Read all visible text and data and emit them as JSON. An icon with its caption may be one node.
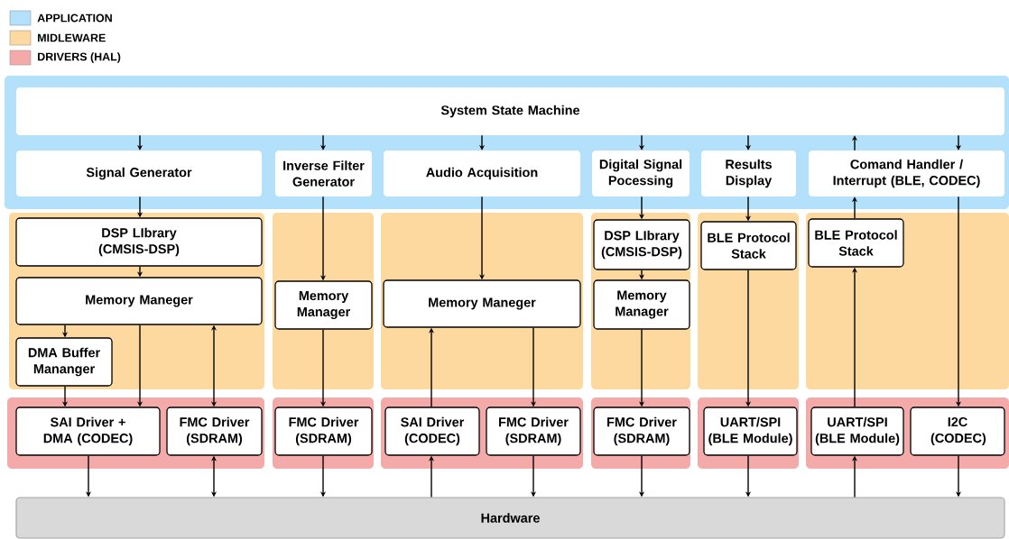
{
  "diagram": {
    "nodes": [
      {
        "text": [],
        "shape": "box"
      },
      {
        "text": [
          "System State Machine"
        ],
        "in": 0
      },
      {
        "text": [
          "Signal Generator"
        ],
        "in": 0
      },
      {
        "text": [
          "Inverse Filter Generator"
        ],
        "in": 0
      },
      {
        "text": [
          "Audio Acquisition"
        ],
        "in": 0
      },
      {
        "text": [
          "Digital Signal Pocessing"
        ],
        "in": 0
      },
      {
        "text": [
          "Results Display"
        ],
        "in": 0
      },
      {
        "text": [
          "Comand Handler / Interrupt (BLE, CODEC)"
        ],
        "in": 0
      },
      {
        "text": [],
        "shape": "box"
      },
      {
        "text": [
          "DSP LIbrary (CMSIS-DSP)"
        ],
        "in": 8
      },
      {
        "text": [
          "Memory Maneger"
        ],
        "in": 8
      },
      {
        "text": [
          "DMA Buffer Mananger"
        ],
        "in": 8
      },
      {
        "text": [],
        "shape": "box"
      },
      {
        "text": [
          "Memory Manager"
        ],
        "in": 12
      },
      {
        "text": [],
        "shape": "box"
      },
      {
        "text": [
          "Memory Maneger"
        ],
        "in": 14
      },
      {
        "text": [],
        "shape": "box"
      },
      {
        "text": [
          "DSP LIbrary (CMSIS-DSP)"
        ],
        "in": 16
      },
      {
        "text": [
          "Memory Manager"
        ],
        "in": 16
      },
      {
        "text": [],
        "shape": "box"
      },
      {
        "text": [
          "BLE Protocol Stack"
        ],
        "in": 19
      },
      {
        "text": [],
        "shape": "box"
      },
      {
        "text": [
          "BLE Protocol Stack"
        ],
        "in": 21
      },
      {
        "text": [],
        "shape": "box"
      },
      {
        "text": [
          "SAI Driver + DMA (CODEC)"
        ],
        "in": 23
      },
      {
        "text": [
          "FMC Driver (SDRAM)"
        ],
        "in": 23
      },
      {
        "text": [],
        "shape": "box"
      },
      {
        "text": [
          "FMC Driver (SDRAM)"
        ],
        "in": 26
      },
      {
        "text": [],
        "shape": "box"
      },
      {
        "text": [
          "SAI Driver (CODEC)"
        ],
        "in": 28
      },
      {
        "text": [
          "FMC Driver (SDRAM)"
        ],
        "in": 28
      },
      {
        "text": [],
        "shape": "box"
      },
      {
        "text": [
          "FMC Driver (SDRAM)"
        ],
        "in": 31
      },
      {
        "text": [],
        "shape": "box"
      },
      {
        "text": [
          "UART/SPI (BLE Module)"
        ],
        "in": 33
      },
      {
        "text": [],
        "shape": "box"
      },
      {
        "text": [
          "UART/SPI (BLE Module)"
        ],
        "in": 35
      },
      {
        "text": [
          "I2C (CODEC)"
        ],
        "in": 35
      },
      {
        "text": [
          "Hardware"
        ]
      }
    ],
    "edges": [
      {
        "from": 1,
        "to": 2,
        "arrow": "to"
      },
      {
        "from": 1,
        "to": 3,
        "arrow": "to"
      },
      {
        "from": 1,
        "to": 4,
        "arrow": "to"
      },
      {
        "from": 1,
        "to": 5,
        "arrow": "to"
      },
      {
        "from": 1,
        "to": 6,
        "arrow": "to"
      },
      {
        "from": 7,
        "to": 1,
        "arrow": "to"
      },
      {
        "from": 1,
        "to": 7,
        "arrow": "to"
      },
      {
        "from": 2,
        "to": 9,
        "arrow": "to"
      },
      {
        "from": 3,
        "to": 13,
        "arrow": "to"
      },
      {
        "from": 4,
        "to": 15,
        "arrow": "to"
      },
      {
        "from": 5,
        "to": 17,
        "arrow": "to"
      },
      {
        "from": 6,
        "to": 20,
        "arrow": "to"
      },
      {
        "from": 22,
        "to": 7,
        "arrow": "to"
      },
      {
        "from": 9,
        "to": 10,
        "arrow": "to"
      },
      {
        "from": 10,
        "to": 11,
        "arrow": "to"
      },
      {
        "from": 17,
        "to": 18,
        "arrow": "to"
      },
      {
        "from": 11,
        "to": 24,
        "arrow": "to"
      },
      {
        "from": 10,
        "to": 24,
        "arrow": "to"
      },
      {
        "from": 10,
        "to": 25,
        "arrow": "both"
      },
      {
        "from": 13,
        "to": 27,
        "arrow": "to"
      },
      {
        "from": 29,
        "to": 15,
        "arrow": "to"
      },
      {
        "from": 15,
        "to": 30,
        "arrow": "to"
      },
      {
        "from": 18,
        "to": 32,
        "arrow": "to"
      },
      {
        "from": 20,
        "to": 34,
        "arrow": "to"
      },
      {
        "from": 36,
        "to": 22,
        "arrow": "to"
      },
      {
        "from": 7,
        "to": 37,
        "arrow": "to"
      },
      {
        "from": 24,
        "to": 38,
        "arrow": "to"
      },
      {
        "from": 25,
        "to": 38,
        "arrow": "both"
      },
      {
        "from": 27,
        "to": 38,
        "arrow": "to"
      },
      {
        "from": 38,
        "to": 29,
        "arrow": "to"
      },
      {
        "from": 30,
        "to": 38,
        "arrow": "to"
      },
      {
        "from": 32,
        "to": 38,
        "arrow": "to"
      },
      {
        "from": 34,
        "to": 38,
        "arrow": "to"
      },
      {
        "from": 38,
        "to": 36,
        "arrow": "to"
      },
      {
        "from": 37,
        "to": 38,
        "arrow": "to"
      }
    ],
    "legend": [
      {
        "text": "APPLICATION",
        "color": "#b3e0fb"
      },
      {
        "text": "MIDLEWARE",
        "color": "#fdd9a0"
      },
      {
        "text": "DRIVERS (HAL)",
        "color": "#f5aaaa"
      }
    ]
  }
}
